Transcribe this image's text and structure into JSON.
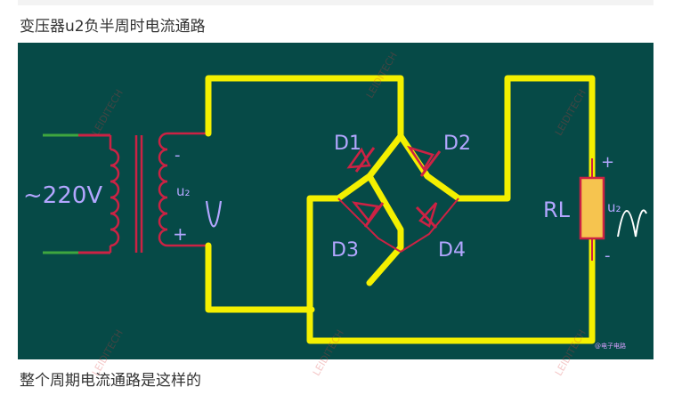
{
  "captions": {
    "top": "变压器u2负半周时电流通路",
    "bottom": "整个周期电流通路是这样的"
  },
  "diagram": {
    "source_label": "~220V",
    "secondary_label": "u₂",
    "secondary_minus": "-",
    "secondary_plus": "+",
    "diodes": [
      "D1",
      "D2",
      "D3",
      "D4"
    ],
    "load_label": "RL",
    "load_voltage_label": "u₂",
    "load_plus": "+",
    "load_minus": "-",
    "watermark_text": "LEIDITECH",
    "credit": "@电子电路"
  },
  "colors": {
    "background": "#064a47",
    "current_path": "#f4f000",
    "wire": "#cc2244",
    "label": "#b3a6ff",
    "primary_wire": "#3fa63f",
    "load_fill": "#f6c44f"
  }
}
